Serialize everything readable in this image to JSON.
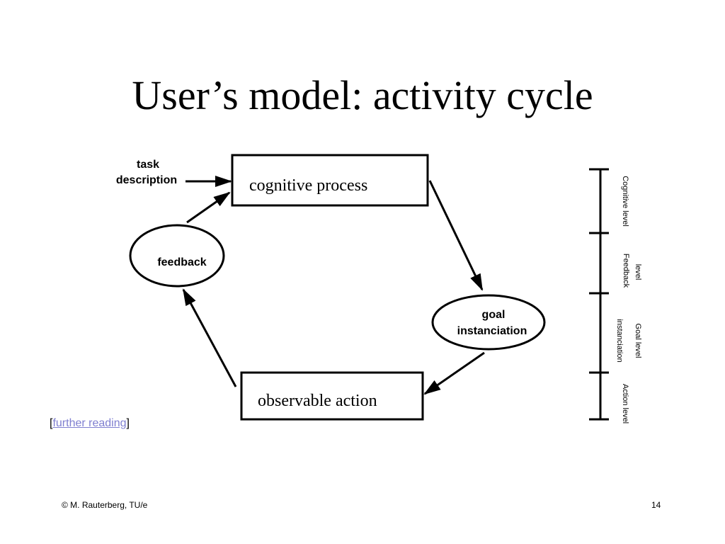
{
  "slide": {
    "title": "User’s model: activity cycle",
    "further_reading": {
      "open_bracket": "[",
      "link_text": "further reading",
      "close_bracket": "]"
    },
    "footer": {
      "copyright": "© M. Rauterberg, TU/e",
      "page_number": "14"
    }
  },
  "diagram": {
    "input_label_line1": "task",
    "input_label_line2": "description",
    "cognitive_process": "cognitive process",
    "feedback": "feedback",
    "goal_line1": "goal",
    "goal_line2": "instanciation",
    "observable_action": "observable action",
    "levels": {
      "cognitive": "Cognitive level",
      "feedback_line1": "level",
      "feedback_line2": "Feedback",
      "goal_line1": "Goal   level",
      "goal_line2": "instanciation",
      "action": "Action  level"
    }
  }
}
